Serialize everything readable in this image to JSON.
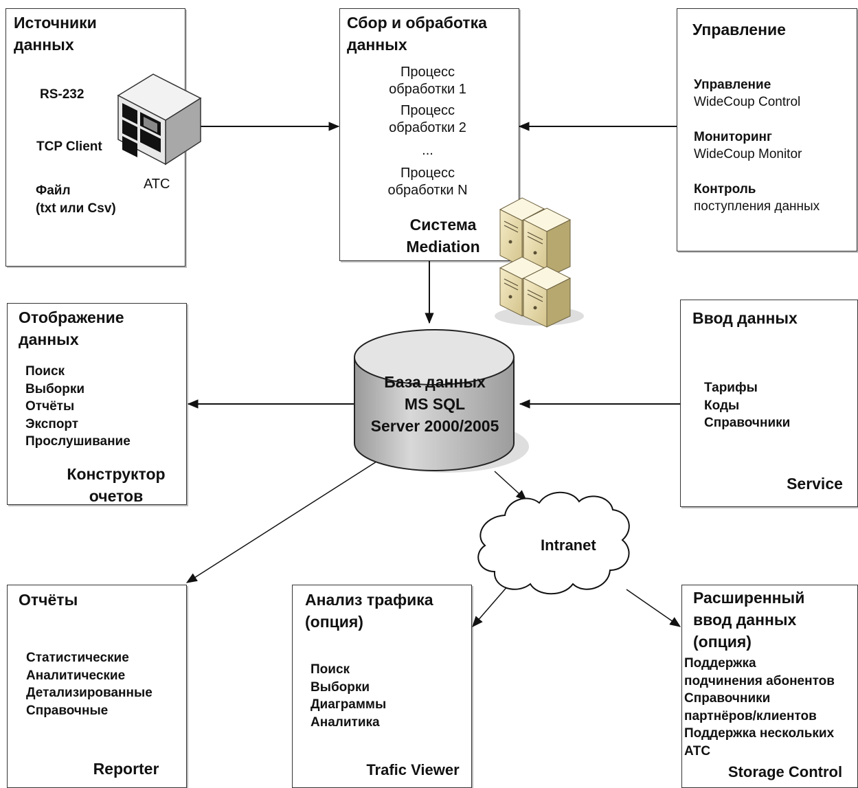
{
  "sources": {
    "title": [
      "Источники",
      "данных"
    ],
    "items": [
      "RS-232",
      "TCP Client",
      "Файл",
      "(txt или Csv)"
    ],
    "atc_label": "АТС"
  },
  "mediation": {
    "title": [
      "Сбор и обработка",
      "данных"
    ],
    "processes": [
      "Процесс",
      "обработки 1",
      "Процесс",
      "обработки 2",
      "...",
      "Процесс",
      "обработки N"
    ],
    "footer": [
      "Система",
      "Mediation"
    ]
  },
  "management": {
    "title": "Управление",
    "items": [
      {
        "name": "Управление",
        "sub": "WideCoup Control"
      },
      {
        "name": "Мониторинг",
        "sub": "WideCoup Monitor"
      },
      {
        "name": "Контроль",
        "sub": "поступления данных"
      }
    ]
  },
  "display": {
    "title": [
      "Отображение",
      "данных"
    ],
    "items": [
      "Поиск",
      "Выборки",
      "Отчёты",
      "Экспорт",
      "Прослушивание"
    ],
    "footer": [
      "Конструктор",
      "очетов"
    ]
  },
  "database": {
    "label": [
      "База данных",
      "MS SQL",
      "Server 2000/2005"
    ]
  },
  "input": {
    "title": "Ввод данных",
    "items": [
      "Тарифы",
      "Коды",
      "Справочники"
    ],
    "footer": "Service"
  },
  "intranet": {
    "label": "Intranet"
  },
  "reports": {
    "title": "Отчёты",
    "items": [
      "Статистические",
      "Аналитические",
      "Детализированные",
      "Справочные"
    ],
    "footer": "Reporter"
  },
  "traffic": {
    "title": [
      "Анализ трафика",
      "(опция)"
    ],
    "items": [
      "Поиск",
      "Выборки",
      "Диаграммы",
      "Аналитика"
    ],
    "footer": "Trafic Viewer"
  },
  "extended": {
    "title": [
      "Расширенный",
      "ввод данных",
      "(опция)"
    ],
    "items": [
      "Поддержка",
      "подчинения абонентов",
      "Справочники",
      "партнёров/клиентов",
      "Поддержка нескольких",
      "АТС"
    ],
    "footer": "Storage Control"
  }
}
